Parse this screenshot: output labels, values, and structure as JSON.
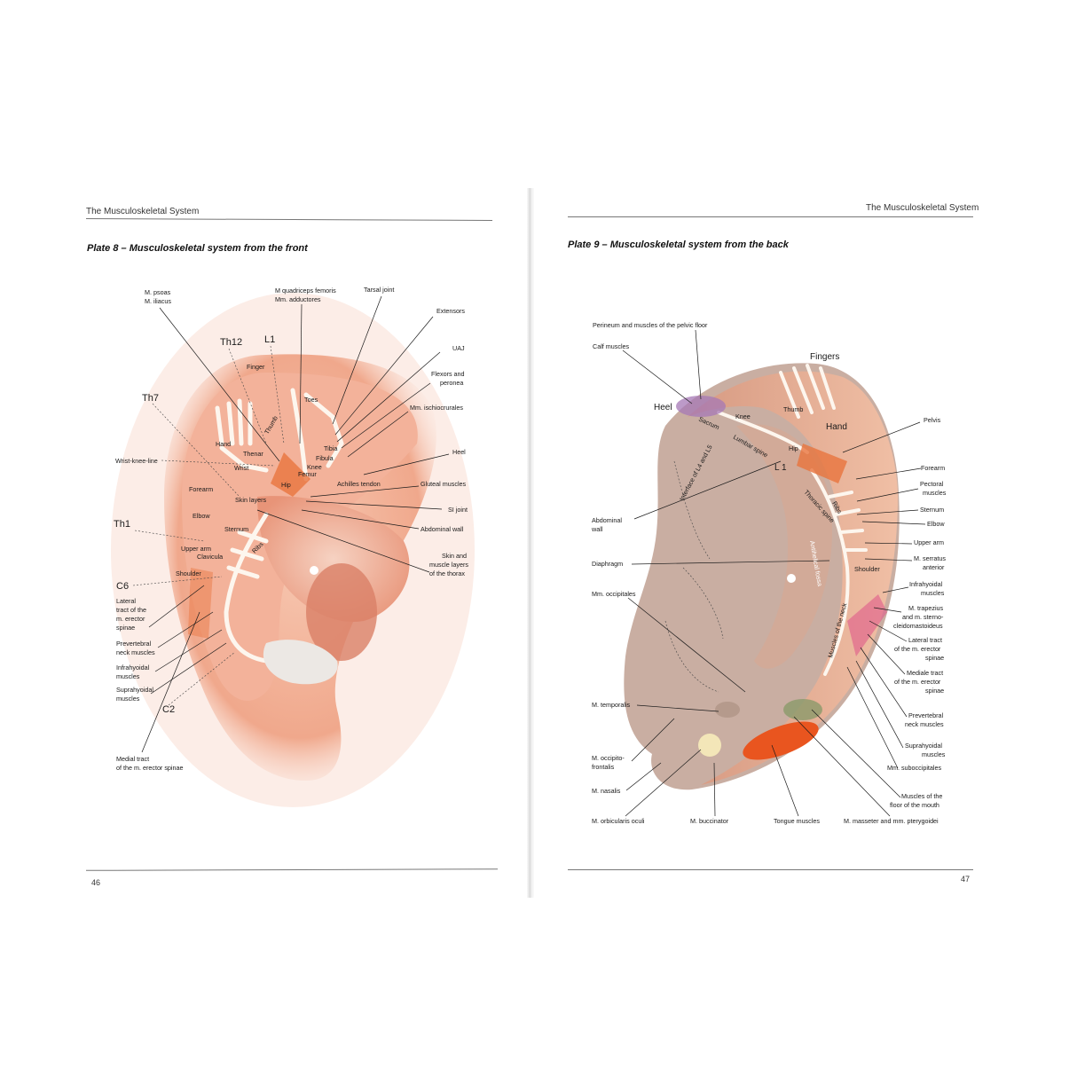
{
  "left_page": {
    "running_head": "The Musculoskeletal System",
    "plate_title": "Plate 8 – Musculoskeletal system from the front",
    "page_number": "46",
    "labels": {
      "psoas": "M. psoas",
      "iliacus": "M. iliacus",
      "quadriceps": "M quadriceps femoris",
      "adductores": "Mm. adductores",
      "tarsal_joint": "Tarsal joint",
      "extensors": "Extensors",
      "uaj": "UAJ",
      "flexors": "Flexors and",
      "peronea": "peronea",
      "ischiocrurales": "Mm. ischiocrurales",
      "heel": "Heel",
      "gluteal": "Gluteal muscles",
      "si_joint": "SI joint",
      "abdominal_wall": "Abdominal wall",
      "skin_muscle_1": "Skin and",
      "skin_muscle_2": "muscle layers",
      "skin_muscle_3": "of the thorax",
      "th12": "Th12",
      "l1": "L1",
      "th7": "Th7",
      "th1": "Th1",
      "c6": "C6",
      "c2": "C2",
      "finger": "Finger",
      "thumb": "Thumb",
      "toes": "Toes",
      "hand": "Hand",
      "thenar": "Thenar",
      "wrist": "Wrist",
      "tibia": "Tibia",
      "fibula": "Fibula",
      "knee": "Knee",
      "femur": "Femur",
      "hip": "Hip",
      "achilles": "Achilles tendon",
      "wrist_knee_line": "Wrist-knee-line",
      "forearm": "Forearm",
      "skin_layers": "Skin layers",
      "elbow": "Elbow",
      "sternum": "Sternum",
      "ribs": "Ribs",
      "upper_arm": "Upper arm",
      "clavicula": "Clavicula",
      "shoulder": "Shoulder",
      "lateral_tract_1": "Lateral",
      "lateral_tract_2": "tract of the",
      "lateral_tract_3": "m. erector",
      "lateral_tract_4": "spinae",
      "prevertebral_1": "Prevertebral",
      "prevertebral_2": "neck muscles",
      "infrahyoidal_1": "Infrahyoidal",
      "infrahyoidal_2": "muscles",
      "suprahyoidal_1": "Suprahyoidal",
      "suprahyoidal_2": "muscles",
      "medial_tract_1": "Medial tract",
      "medial_tract_2": "of the m. erector spinae"
    }
  },
  "right_page": {
    "running_head": "The Musculoskeletal System",
    "plate_title": "Plate 9 – Musculoskeletal system from the back",
    "page_number": "47",
    "labels": {
      "perineum": "Perineum and muscles of the pelvic floor",
      "calf": "Calf muscles",
      "fingers": "Fingers",
      "heel": "Heel",
      "knee": "Knee",
      "thumb": "Thumb",
      "hand": "Hand",
      "sacrum": "Sacrum",
      "lumbar_spine": "Lumbar spine",
      "hip": "Hip",
      "l1": "L 1",
      "interface": "Interface of L4 and L5",
      "thoracic_spine": "Thoracic spine",
      "ribs": "Ribs",
      "antihelical_fossa": "Antihelical fossa",
      "muscles_neck": "Muscles of the neck",
      "pelvis": "Pelvis",
      "forearm": "Forearm",
      "pectoral_1": "Pectoral",
      "pectoral_2": "muscles",
      "sternum": "Sternum",
      "elbow": "Elbow",
      "upper_arm": "Upper arm",
      "serratus_1": "M. serratus",
      "serratus_2": "anterior",
      "shoulder": "Shoulder",
      "infrahyoidal_1": "Infrahyoidal",
      "infrahyoidal_2": "muscles",
      "trapezius_1": "M. trapezius",
      "trapezius_2": "and m. sterno-",
      "trapezius_3": "cleidomastoideus",
      "lateral_tract_1": "Lateral tract",
      "lateral_tract_2": "of the m. erector",
      "lateral_tract_3": "spinae",
      "mediale_tract_1": "Mediale tract",
      "mediale_tract_2": "of the m. erector",
      "mediale_tract_3": "spinae",
      "prevertebral_1": "Prevertebral",
      "prevertebral_2": "neck muscles",
      "suprahyoidal_1": "Suprahyoidal",
      "suprahyoidal_2": "muscles",
      "suboccipitales": "Mm. suboccipitales",
      "floor_mouth_1": "Muscles of the",
      "floor_mouth_2": "floor of the mouth",
      "abdominal_1": "Abdominal",
      "abdominal_2": "wall",
      "diaphragm": "Diaphragm",
      "occipitales": "Mm. occipitales",
      "temporalis": "M. temporalis",
      "occipito_1": "M. occipito-",
      "occipito_2": "frontalis",
      "nasalis": "M. nasalis",
      "orbicularis": "M. orbicularis oculi",
      "buccinator": "M. buccinator",
      "tongue": "Tongue muscles",
      "masseter": "M. masseter and mm. pterygoidei"
    }
  },
  "colors": {
    "skin": "#f4b9a0",
    "skin_dark": "#e2866a",
    "bone": "#fdf6ee",
    "muscle": "#e9743d",
    "back_surface": "#c9aea2",
    "back_rim": "#e8a184"
  }
}
